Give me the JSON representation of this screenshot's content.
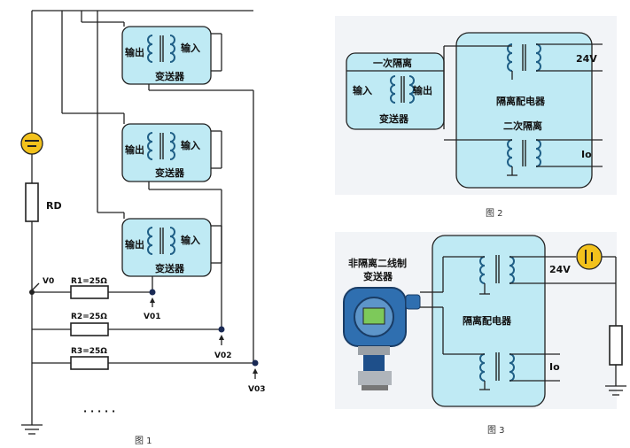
{
  "figure1": {
    "caption": "图 1",
    "resistor_rd": "RD",
    "node_v0": "V0",
    "r1": "R1=25Ω",
    "r2": "R2=25Ω",
    "r3": "R3=25Ω",
    "v01": "V01",
    "v02": "V02",
    "v03": "V03",
    "ellipsis": "· · · · ·",
    "transmitters": [
      {
        "output": "输出",
        "input": "输入",
        "name": "变送器"
      },
      {
        "output": "输出",
        "input": "输入",
        "name": "变送器"
      },
      {
        "output": "输出",
        "input": "输入",
        "name": "变送器"
      }
    ]
  },
  "figure2": {
    "caption": "图 2",
    "primary_isolation": "一次隔离",
    "input": "输入",
    "output": "输出",
    "transmitter": "变送器",
    "distributor": "隔离配电器",
    "secondary_isolation": "二次隔离",
    "supply": "24V",
    "io": "Io"
  },
  "figure3": {
    "caption": "图 3",
    "transmitter_title_line1": "非隔离二线制",
    "transmitter_title_line2": "变送器",
    "distributor": "隔离配电器",
    "supply": "24V",
    "io": "Io"
  }
}
